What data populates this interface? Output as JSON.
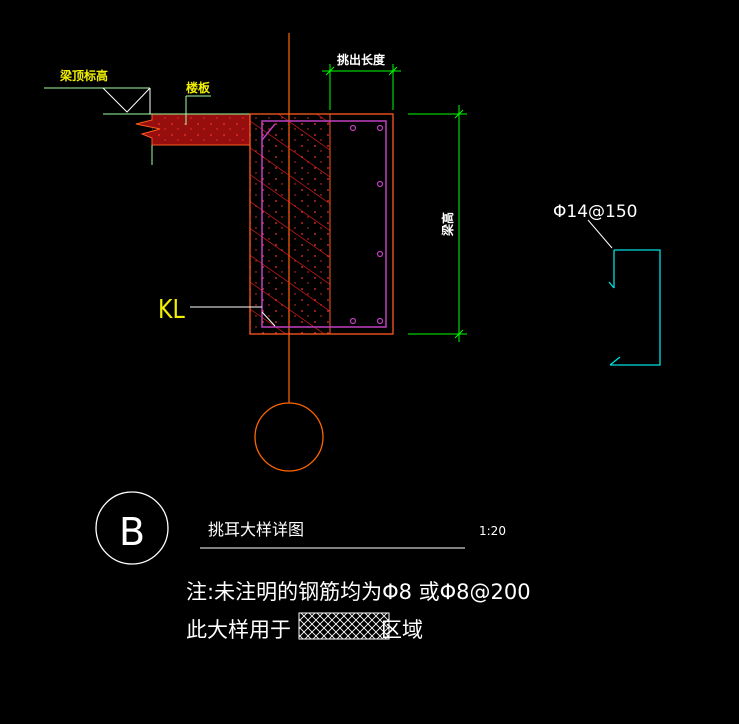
{
  "labels": {
    "beam_top": "梁顶标高",
    "slab": "楼板",
    "extension_length": "挑出长度",
    "beam_height": "梁高",
    "beam_tag": "KL",
    "rebar_spec": "Φ14@150",
    "section_mark": "B",
    "detail_title": "挑耳大样详图",
    "scale": "1:20",
    "note_line1": "注:未注明的钢筋均为Φ8 或Φ8@200",
    "note_line2_prefix": "此大样用于",
    "note_line2_suffix": "区域"
  },
  "colors": {
    "background": "#000000",
    "axis": "#ff6600",
    "concrete": "#ff2020",
    "outline": "#ff5a1e",
    "rebar": "#c040c0",
    "dimension": "#00ff00",
    "slab_fill": "#b01010",
    "label_yellow": "#f0f000",
    "leader": "#a0ffa0",
    "stirrup": "#00e0e0",
    "text": "#ffffff"
  }
}
